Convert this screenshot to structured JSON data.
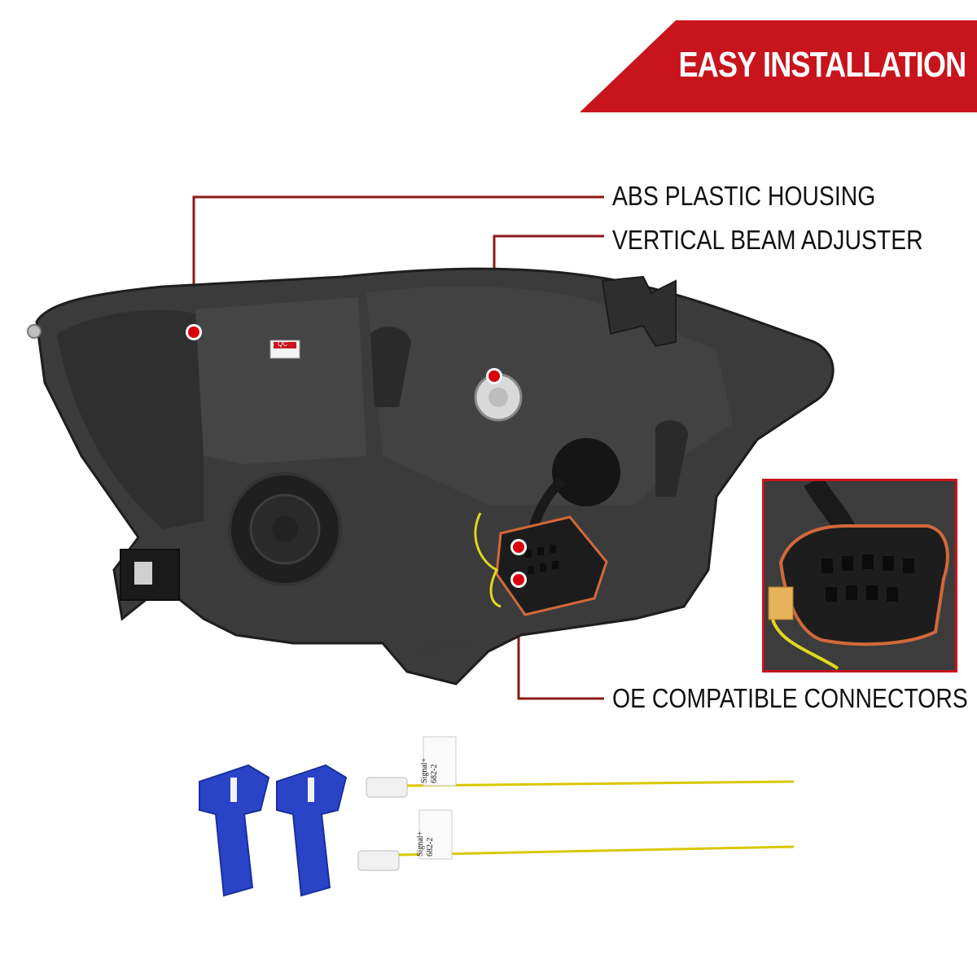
{
  "banner": {
    "title": "EASY INSTALLATION",
    "color": "#c8141c"
  },
  "callouts": {
    "housing": "ABS PLASTIC HOUSING",
    "adjuster": "VERTICAL BEAM ADJUSTER",
    "connectors": "OE COMPATIBLE CONNECTORS"
  },
  "wire_tags": [
    "Signal+ 682-2",
    "Signal+ 682-2"
  ],
  "qc_sticker": {
    "title": "QC"
  },
  "accent_colors": {
    "callout_line": "#8a1a1a",
    "marker": "#d8000c",
    "connector": "#2a44c8"
  }
}
